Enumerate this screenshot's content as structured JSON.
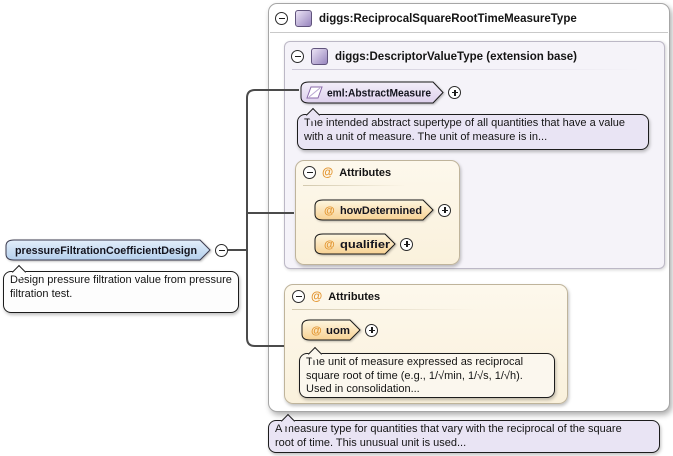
{
  "icons": {
    "at": "@"
  },
  "colors": {
    "element_badge_top": "#e3eefa",
    "element_badge_bottom": "#b4cfec",
    "type_badge_top": "#f3eef9",
    "type_badge_bottom": "#ddd0ec",
    "attribute_badge_top": "#fdf6e0",
    "attribute_badge_bottom": "#f7d193",
    "attributes_box": "#fdf8ec",
    "extension_box": "#f5f3f9",
    "doc_lavender": "#e9e4f4",
    "doc_cream": "#fbf7ee",
    "connector": "#4b4b4b"
  },
  "root": {
    "label": "diggs:ReciprocalSquareRootTimeMeasureType",
    "doc": "A measure type for quantities that vary with the reciprocal of the square\nroot of time. This unusual unit is used..."
  },
  "base": {
    "label": "diggs:DescriptorValueType (extension base)"
  },
  "abstract": {
    "label": "eml:AbstractMeasure",
    "doc": "The intended abstract supertype of all quantities that have a value\nwith a unit of measure. The unit of measure is in..."
  },
  "attributes_inner": {
    "title": "Attributes",
    "items": [
      {
        "label": "howDetermined"
      },
      {
        "label": "qualifier"
      }
    ]
  },
  "attributes_uom": {
    "title": "Attributes",
    "items": [
      {
        "label": "uom",
        "doc": "The unit of measure expressed as reciprocal\nsquare root of time (e.g., 1/√min, 1/√s, 1/√h).\nUsed in consolidation..."
      }
    ]
  },
  "element": {
    "label": "pressureFiltrationCoefficientDesign",
    "doc": "Design pressure filtration value from pressure\nfiltration test."
  }
}
